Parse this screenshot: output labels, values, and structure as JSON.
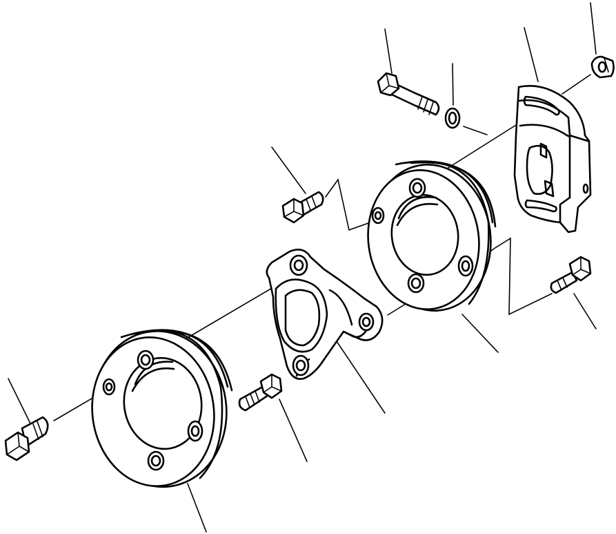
{
  "diagram": {
    "callouts": [
      {
        "id": "washer-top",
        "label": ""
      },
      {
        "id": "bolt-top",
        "label": ""
      },
      {
        "id": "bracket",
        "label": ""
      },
      {
        "id": "nut-top-right",
        "label": ""
      },
      {
        "id": "bolt-middle-left",
        "label": ""
      },
      {
        "id": "bolt-right",
        "label": ""
      },
      {
        "id": "flange-upper",
        "label": ""
      },
      {
        "id": "housing",
        "label": ""
      },
      {
        "id": "bolt-lower-middle",
        "label": ""
      },
      {
        "id": "bolt-lower-left",
        "label": ""
      },
      {
        "id": "flange-lower",
        "label": ""
      }
    ]
  }
}
